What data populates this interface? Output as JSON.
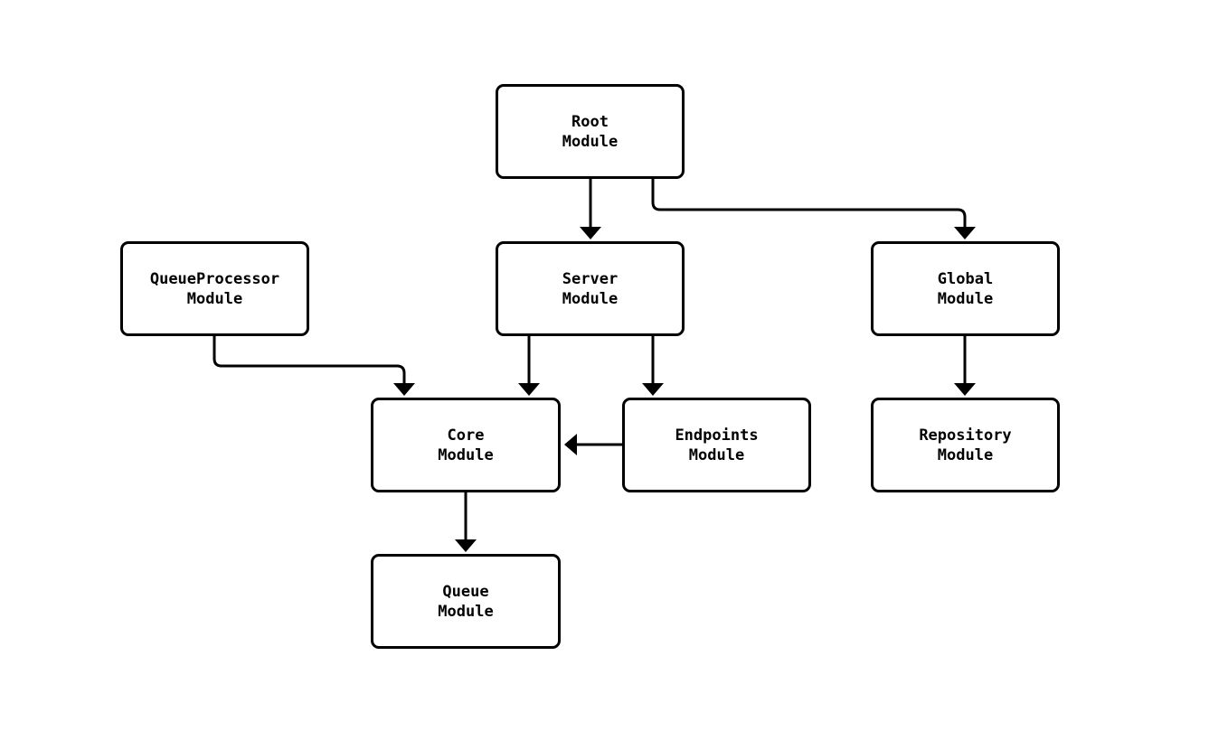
{
  "diagram": {
    "type": "flowchart",
    "colors": {
      "background": "#ffffff",
      "node_fill": "#ffffff",
      "node_border": "#000000",
      "edge": "#000000",
      "text": "#000000"
    },
    "nodes": {
      "root": {
        "label": "Root\nModule"
      },
      "queue_processor": {
        "label": "QueueProcessor\nModule"
      },
      "server": {
        "label": "Server\nModule"
      },
      "global": {
        "label": "Global\nModule"
      },
      "core": {
        "label": "Core\nModule"
      },
      "endpoints": {
        "label": "Endpoints\nModule"
      },
      "repository": {
        "label": "Repository\nModule"
      },
      "queue": {
        "label": "Queue\nModule"
      }
    },
    "edges": [
      {
        "from": "Root Module",
        "to": "Server Module",
        "label": "Root Module → Server Module"
      },
      {
        "from": "Root Module",
        "to": "Global Module",
        "label": "Root Module → Global Module"
      },
      {
        "from": "QueueProcessor Module",
        "to": "Core Module",
        "label": "QueueProcessor Module → Core Module"
      },
      {
        "from": "Server Module",
        "to": "Core Module",
        "label": "Server Module → Core Module"
      },
      {
        "from": "Server Module",
        "to": "Endpoints Module",
        "label": "Server Module → Endpoints Module"
      },
      {
        "from": "Endpoints Module",
        "to": "Core Module",
        "label": "Endpoints Module → Core Module"
      },
      {
        "from": "Global Module",
        "to": "Repository Module",
        "label": "Global Module → Repository Module"
      },
      {
        "from": "Core Module",
        "to": "Queue Module",
        "label": "Core Module → Queue Module"
      }
    ]
  }
}
